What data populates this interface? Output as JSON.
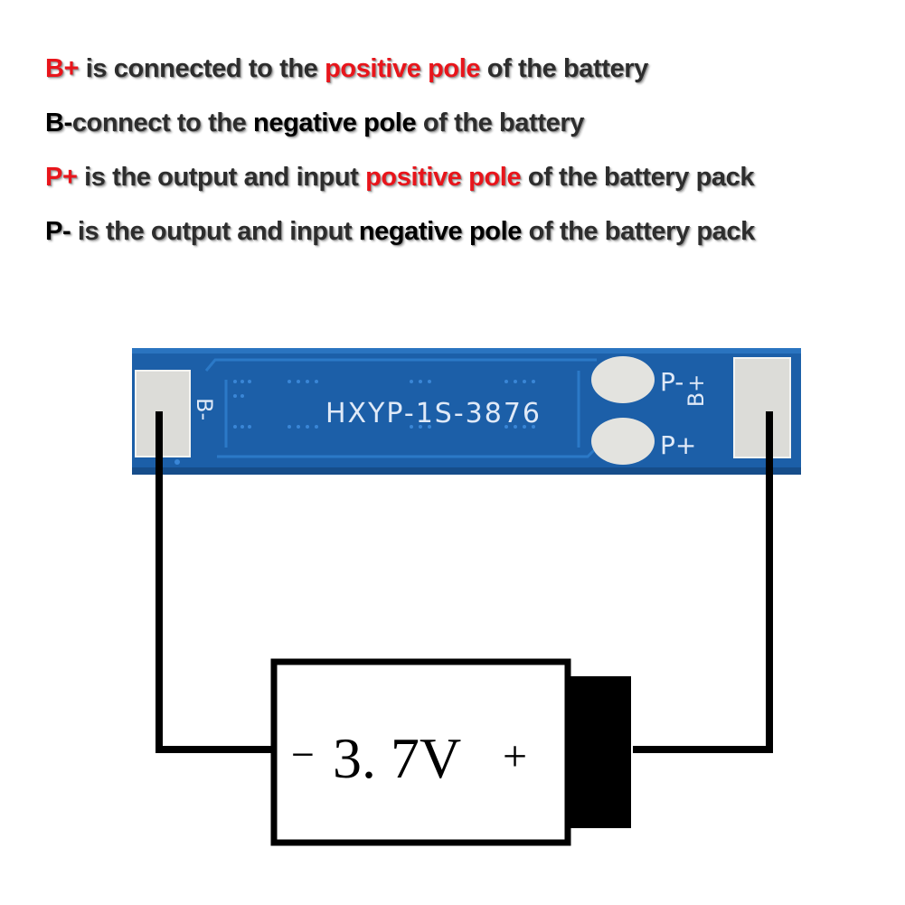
{
  "legend": [
    {
      "term": "B+",
      "text1": " is connected to the ",
      "highlight": "positive pole",
      "text2": " of the battery",
      "term_color": "red",
      "highlight_color": "red"
    },
    {
      "term": "B-",
      "text1": "connect to the ",
      "highlight": "negative pole",
      "text2": " of the battery",
      "term_color": "black",
      "highlight_color": "black"
    },
    {
      "term": "P+",
      "text1": " is the output and input ",
      "highlight": "positive pole",
      "text2": " of the battery pack",
      "term_color": "red",
      "highlight_color": "red"
    },
    {
      "term": "P-",
      "text1": " is the output and input ",
      "highlight": "negative pole",
      "text2": " of the battery pack",
      "term_color": "black",
      "highlight_color": "black"
    }
  ],
  "board": {
    "model": "HXYP-1S-3876",
    "label_b_minus": "B-",
    "label_b_plus": "B+",
    "label_p_minus": "P-",
    "label_p_plus": "P+",
    "pcb_color": "#1c5fa8"
  },
  "battery": {
    "minus": "−",
    "voltage": "3. 7V",
    "plus": "+"
  },
  "colors": {
    "red": "#e8151b",
    "black": "#000000"
  }
}
